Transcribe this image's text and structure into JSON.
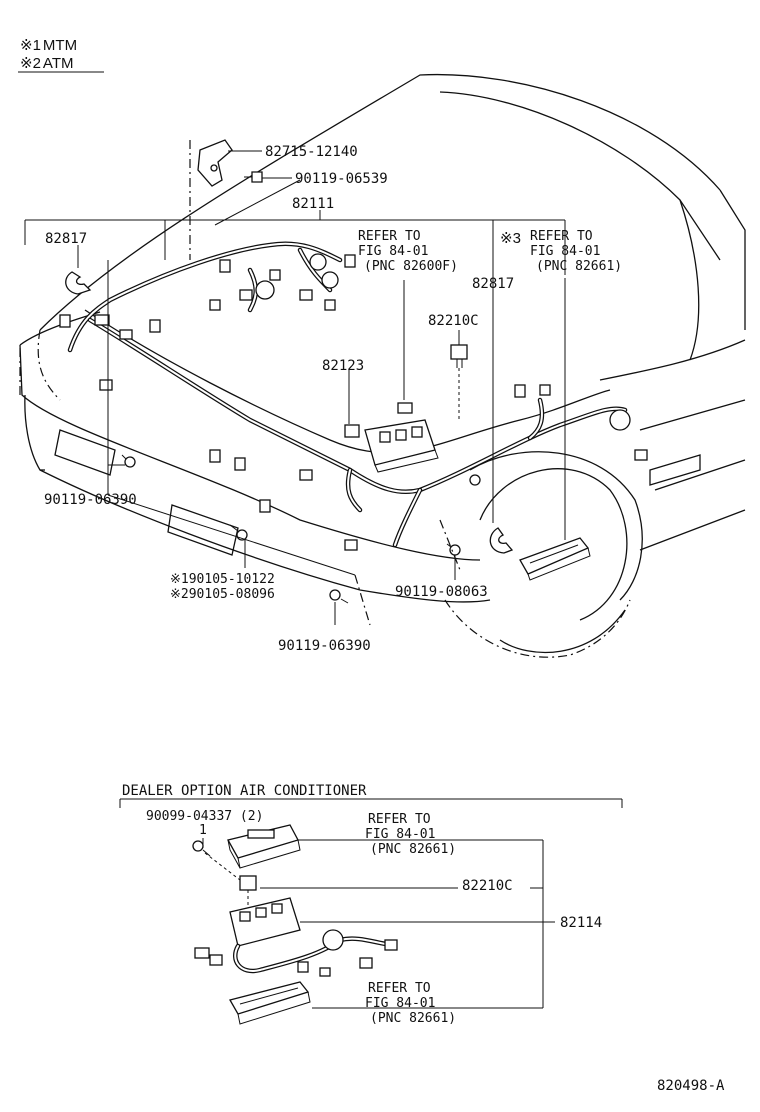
{
  "legend": {
    "item1": {
      "mark": "※1",
      "text": "MTM"
    },
    "item2": {
      "mark": "※2",
      "text": "ATM"
    }
  },
  "labels": {
    "p82715": "82715-12140",
    "p90119_06539": "90119-06539",
    "p82111": "82111",
    "p82817_left": "82817",
    "p82817_right": "82817",
    "ref1": [
      "REFER TO",
      "FIG 84-01",
      "(PNC 82600F)"
    ],
    "ref2_mark": "※3",
    "ref2": [
      "REFER TO",
      "FIG 84-01",
      "(PNC 82661)"
    ],
    "p82210c": "82210C",
    "p82123": "82123",
    "p90119_06390_a": "90119-06390",
    "p90105_10122": "※190105-10122",
    "p90105_08096": "※290105-08096",
    "p90119_08063": "90119-08063",
    "p90119_06390_b": "90119-06390"
  },
  "dealer": {
    "title": "DEALER OPTION AIR CONDITIONER",
    "p90099": "90099-04337 (2)",
    "qty": "1",
    "ref_top": [
      "REFER TO",
      "FIG 84-01",
      "(PNC 82661)"
    ],
    "p82210c": "82210C",
    "p82114": "82114",
    "ref_bottom": [
      "REFER TO",
      "FIG 84-01",
      "(PNC 82661)"
    ]
  },
  "figure_id": "820498-A"
}
